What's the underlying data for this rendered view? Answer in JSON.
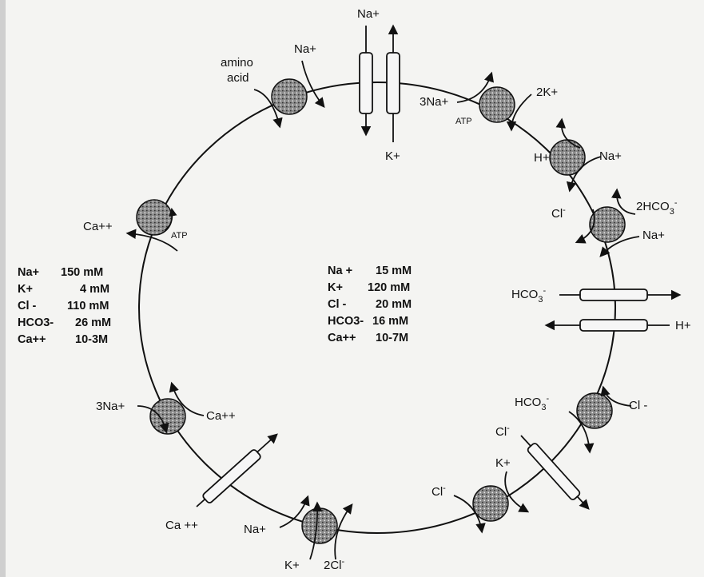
{
  "header_text": "",
  "labels": {
    "na_top": "Na+",
    "k_top": "K+",
    "amino_1": "amino",
    "amino_2": "acid",
    "na_amino": "Na+",
    "na3_pump": "3Na+",
    "atp_pump": "ATP",
    "k2_pump": "2K+",
    "h_exch": "H+",
    "na_exch": "Na+",
    "cl_cotr": "Cl",
    "hco3_2_cotr": "2HCO",
    "na_cotr": "Na+",
    "hco3_chan": "HCO",
    "h_chan": "H+",
    "hco3_aex": "HCO",
    "cl_aex": "Cl -",
    "cl_chan": "Cl",
    "k_chan": "K+",
    "cl_sym": "Cl",
    "na_nkcc": "Na+",
    "k_nkcc": "K+",
    "cl2_nkcc": "2Cl",
    "ca_chan": "Ca ++",
    "na3_ncx": "3Na+",
    "ca_ncx": "Ca++",
    "ca_pump": "Ca++",
    "atp_capump": "ATP"
  },
  "outside": [
    {
      "ion": "Na+",
      "conc": "150 mM"
    },
    {
      "ion": "K+",
      "conc": "4 mM"
    },
    {
      "ion": "Cl -",
      "conc": "110 mM"
    },
    {
      "ion": "HCO3-",
      "conc": "26 mM"
    },
    {
      "ion": "Ca++",
      "conc": "10-3M"
    }
  ],
  "inside": [
    {
      "ion": "Na +",
      "conc": "15 mM"
    },
    {
      "ion": "K+",
      "conc": "120 mM"
    },
    {
      "ion": "Cl -",
      "conc": "20 mM"
    },
    {
      "ion": "HCO3-",
      "conc": "16 mM"
    },
    {
      "ion": "Ca++",
      "conc": "10-7M"
    }
  ]
}
